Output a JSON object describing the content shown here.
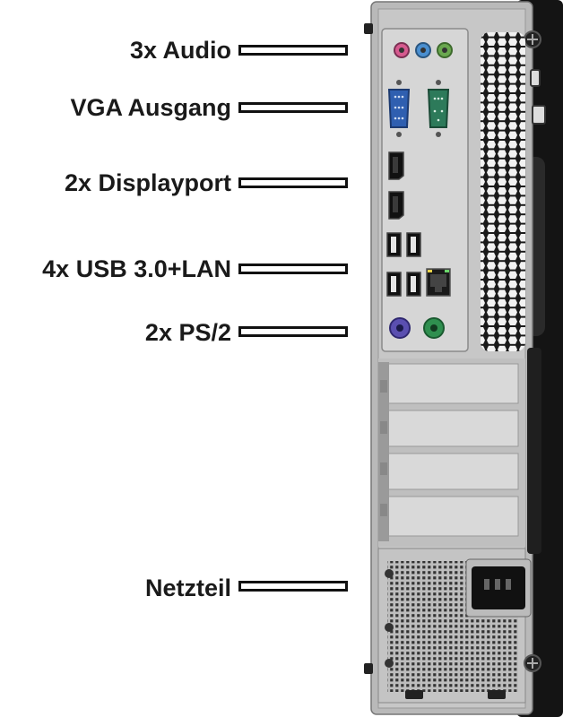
{
  "labels": {
    "audio": "3x Audio",
    "vga": "VGA Ausgang",
    "displayport": "2x Displayport",
    "usb_lan": "4x USB 3.0+LAN",
    "ps2": "2x PS/2",
    "psu": "Netzteil"
  },
  "colors": {
    "text": "#1a1a1a",
    "chassis": "#b9b9b9",
    "panel": "#d6d6d6",
    "case_black": "#141414",
    "audio_pink": "#d65a8f",
    "audio_blue": "#4a8fd0",
    "audio_green": "#6aa84f",
    "vga_blue": "#2f5fb0",
    "serial_green": "#2d7a5a",
    "ps2_purple": "#5a4fb0",
    "ps2_green": "#2f8f4f"
  }
}
